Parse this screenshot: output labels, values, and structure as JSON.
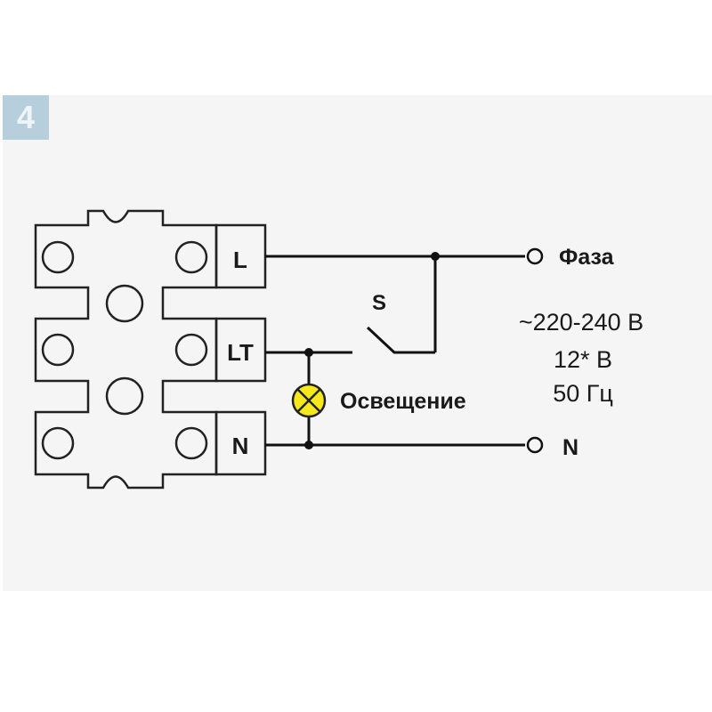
{
  "figure": {
    "badge_number": "4",
    "colors": {
      "panel_bg": "#f5f5f5",
      "badge_bg": "#b7cfdc",
      "line": "#111111",
      "lamp_fill": "#f5e81c"
    }
  },
  "terminals": [
    {
      "label": "L"
    },
    {
      "label": "LT"
    },
    {
      "label": "N"
    }
  ],
  "switch": {
    "label": "S"
  },
  "lamp": {
    "label": "Освещение",
    "icon": "lamp-icon"
  },
  "outputs": {
    "phase_label": "Фаза",
    "neutral_label": "N"
  },
  "specs": {
    "voltage_line_1": "~220-240 В",
    "voltage_line_2": "12* В",
    "frequency": "50 Гц"
  }
}
